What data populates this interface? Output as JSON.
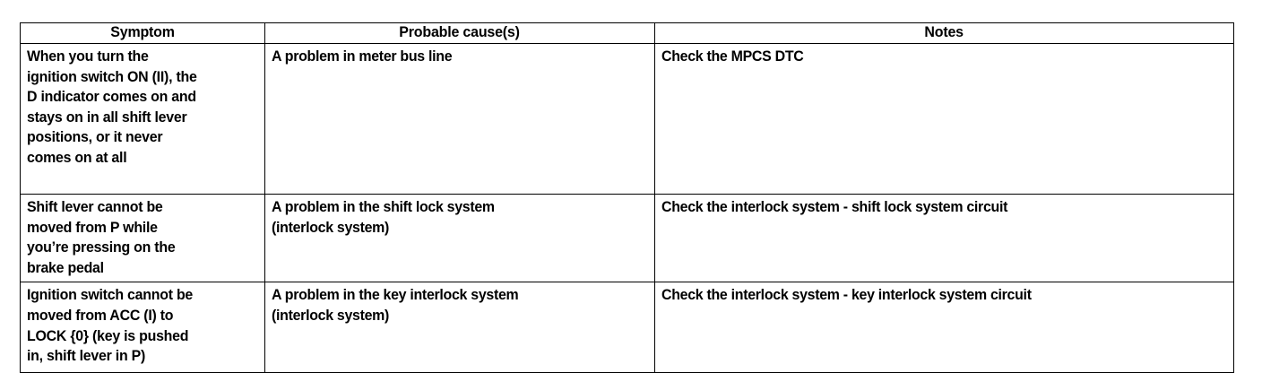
{
  "document": {
    "type": "troubleshooting-table",
    "background_color": "#ffffff",
    "text_color": "#000000"
  },
  "table": {
    "headers": {
      "symptom": "Symptom",
      "cause": "Probable cause(s)",
      "notes": "Notes"
    },
    "rows": [
      {
        "symptom": "When you turn the\nignition switch ON (II), the\nD indicator comes on and\nstays on in all shift lever\npositions, or it never\ncomes on at all",
        "cause": "A problem in meter bus line",
        "notes": "Check the MPCS DTC"
      },
      {
        "symptom": "Shift lever cannot be\nmoved from P while\nyou’re pressing on the\nbrake pedal",
        "cause": "A problem in the shift lock system\n(interlock system)",
        "notes": "Check the interlock system - shift lock system circuit"
      },
      {
        "symptom": "Ignition switch cannot be\nmoved from ACC (I) to\nLOCK {0} (key is pushed\nin, shift lever in P)",
        "cause": "A problem in the key interlock system\n(interlock system)",
        "notes": "Check the interlock system - key interlock system circuit"
      }
    ]
  }
}
